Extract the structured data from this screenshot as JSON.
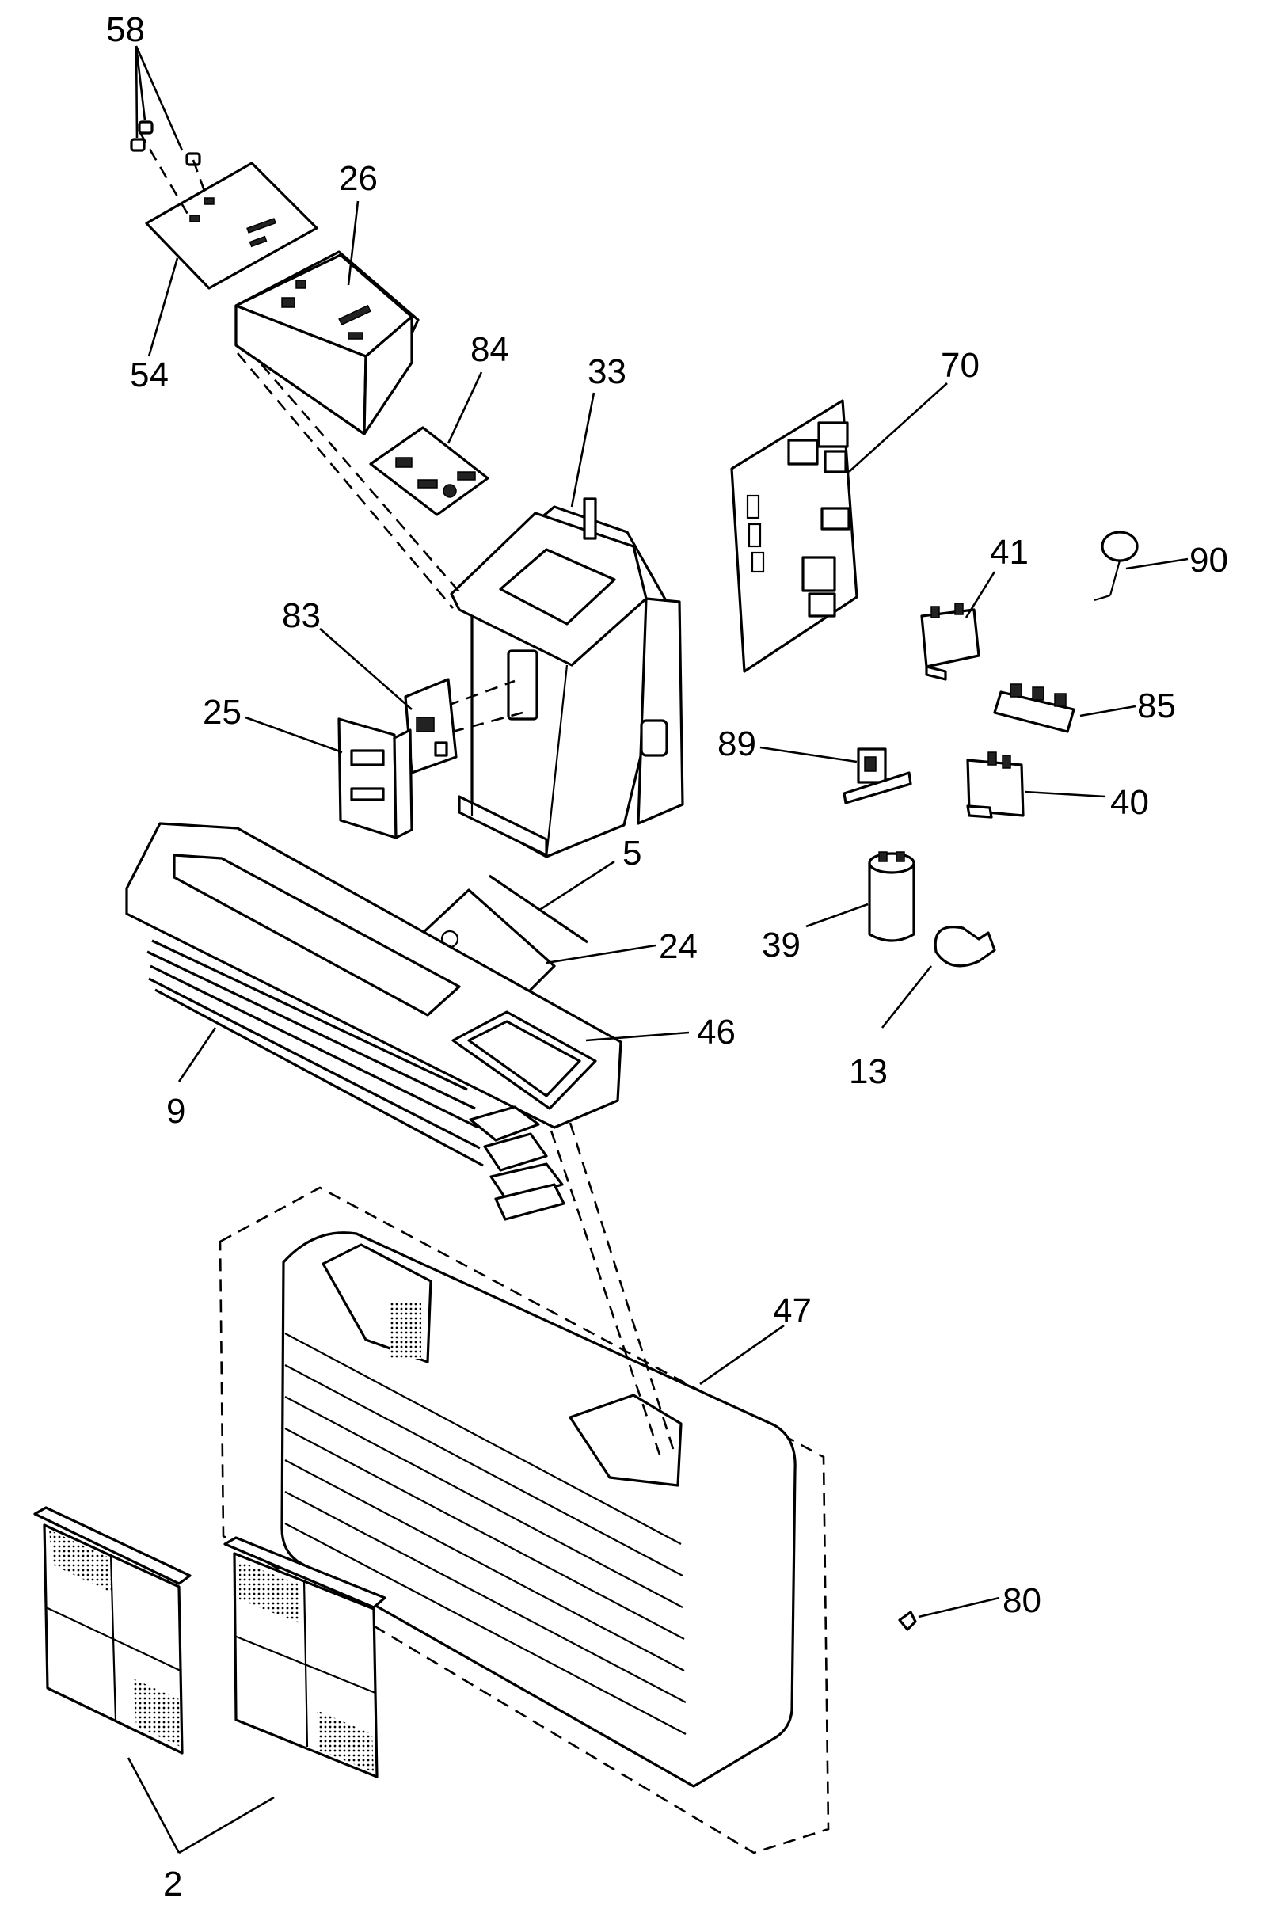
{
  "callouts": {
    "c58": "58",
    "c26": "26",
    "c54": "54",
    "c84": "84",
    "c33": "33",
    "c70": "70",
    "c41": "41",
    "c90": "90",
    "c83": "83",
    "c25": "25",
    "c85": "85",
    "c89": "89",
    "c40": "40",
    "c5": "5",
    "c24": "24",
    "c39": "39",
    "c46": "46",
    "c13": "13",
    "c9": "9",
    "c47": "47",
    "c80": "80",
    "c2": "2"
  },
  "colors": {
    "ink": "#000000",
    "paper": "#ffffff"
  }
}
